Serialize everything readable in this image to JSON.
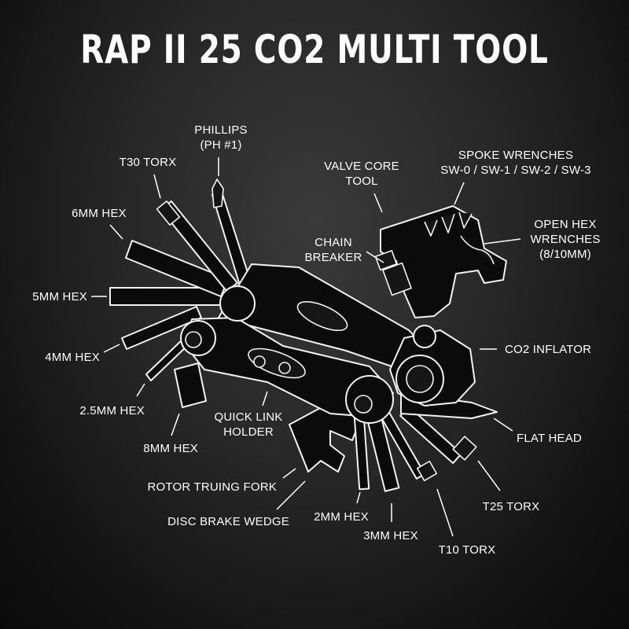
{
  "title": "RAP II 25 CO2 MULTI TOOL",
  "labels": {
    "phillips": "PHILLIPS",
    "phillips_size": "(PH #1)",
    "t30": "T30 TORX",
    "hex6": "6MM HEX",
    "hex5": "5MM HEX",
    "hex4": "4MM HEX",
    "hex25": "2.5MM HEX",
    "hex8": "8MM HEX",
    "valve_core": "VALVE CORE",
    "valve_core_2": "TOOL",
    "spoke": "SPOKE WRENCHES",
    "spoke_sizes": "SW-0 / SW-1 / SW-2 / SW-3",
    "open_hex": "OPEN HEX",
    "open_hex_2": "WRENCHES",
    "open_hex_sizes": "(8/10MM)",
    "chain": "CHAIN",
    "chain_2": "BREAKER",
    "co2": "CO2 INFLATOR",
    "quick_link": "QUICK LINK",
    "quick_link_2": "HOLDER",
    "flat_head": "FLAT HEAD",
    "rotor": "ROTOR TRUING FORK",
    "disc_wedge": "DISC BRAKE WEDGE",
    "hex2": "2MM HEX",
    "hex3": "3MM HEX",
    "t25": "T25 TORX",
    "t10": "T10 TORX"
  }
}
